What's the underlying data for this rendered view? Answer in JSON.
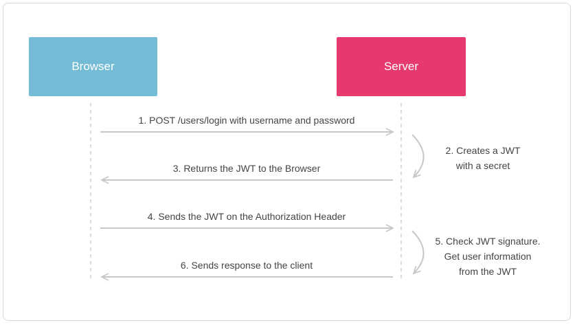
{
  "colors": {
    "browser": "#74bcd6",
    "server": "#e63a6f",
    "line": "#c8c8c8",
    "text": "#444444"
  },
  "actors": {
    "browser": "Browser",
    "server": "Server"
  },
  "messages": [
    {
      "text": "1. POST /users/login with username and password",
      "direction": "right"
    },
    {
      "text": "3. Returns the JWT to the Browser",
      "direction": "left"
    },
    {
      "text": "4. Sends the JWT on the Authorization Header",
      "direction": "right"
    },
    {
      "text": "6. Sends response to the client",
      "direction": "left"
    }
  ],
  "notes": [
    {
      "lines": [
        "2. Creates a JWT",
        "with a secret"
      ]
    },
    {
      "lines": [
        "5. Check JWT signature.",
        "Get user information",
        "from the JWT"
      ]
    }
  ]
}
